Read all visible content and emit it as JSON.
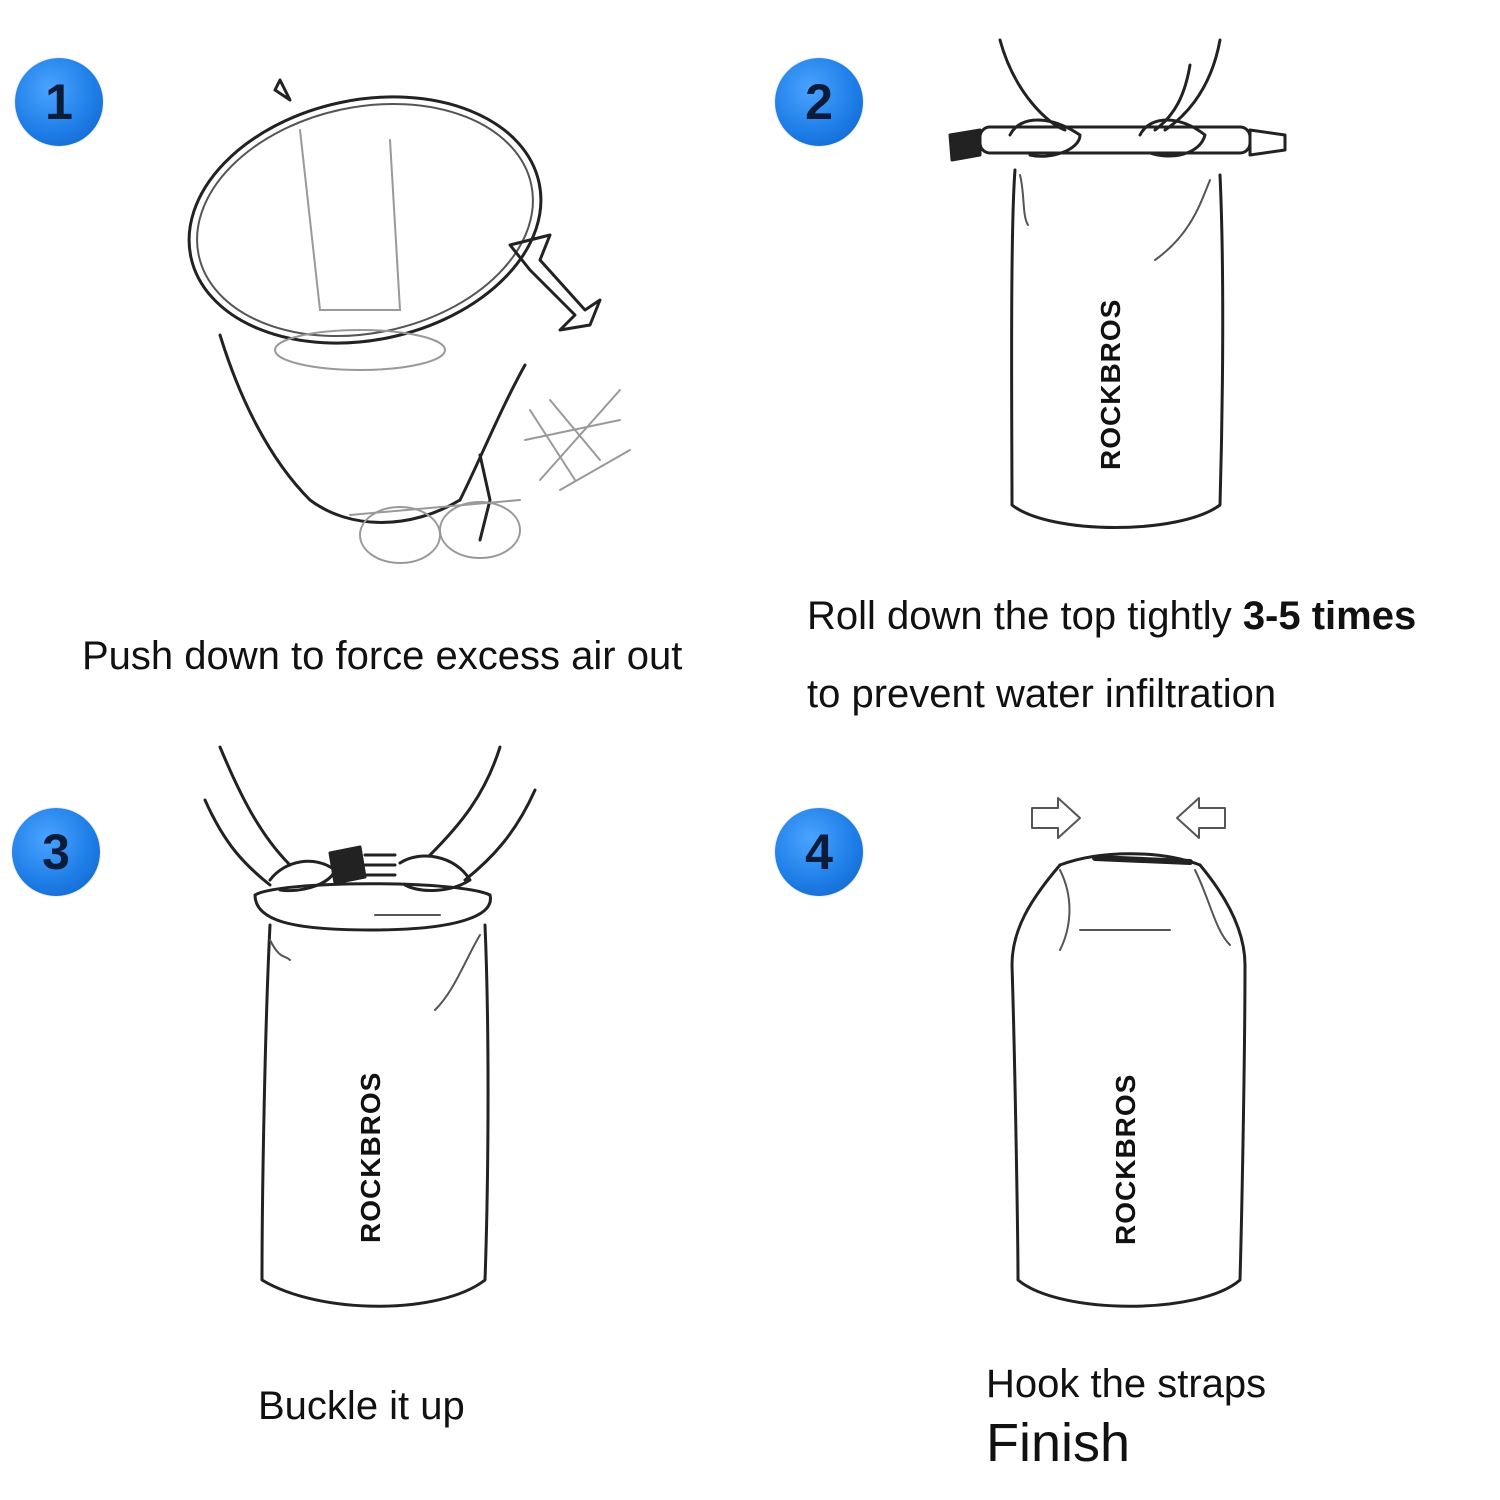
{
  "steps": [
    {
      "number": "1",
      "caption": "Push down to force excess air out"
    },
    {
      "number": "2",
      "caption_line1_prefix": "Roll down the top tightly ",
      "caption_line1_bold": "3-5 times",
      "caption_line2": "to prevent water infiltration"
    },
    {
      "number": "3",
      "caption": "Buckle it up"
    },
    {
      "number": "4",
      "caption_line1": "Hook the straps",
      "caption_line2": "Finish"
    }
  ],
  "brand_label": "ROCKBROS",
  "colors": {
    "badge": "#1f7fe8",
    "badge_text": "#0b1b3a",
    "ink": "#222222"
  },
  "icons": [
    "up-arrow-icon",
    "right-arrow-icon",
    "left-arrow-icon"
  ]
}
